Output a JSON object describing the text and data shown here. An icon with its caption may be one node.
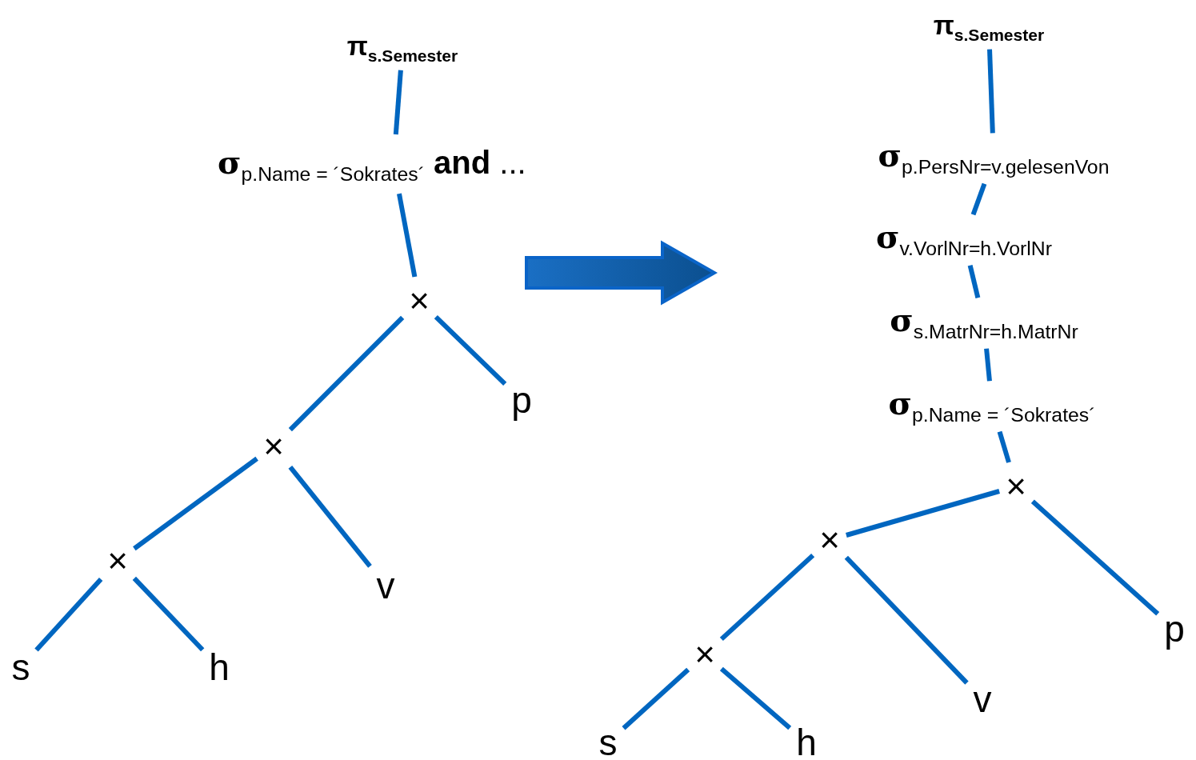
{
  "diagram": {
    "nodes": [
      {
        "text": [
          "π$_{s.Semester}$"
        ]
      },
      {
        "text": [
          "**σ**$_{p.Name = ´Sokrates´}$ **and** ..."
        ]
      },
      {
        "text": [
          "×"
        ]
      },
      {
        "text": [
          "×"
        ]
      },
      {
        "text": [
          "p"
        ]
      },
      {
        "text": [
          "×"
        ]
      },
      {
        "text": [
          "v"
        ]
      },
      {
        "text": [
          "s"
        ]
      },
      {
        "text": [
          "h"
        ]
      },
      {
        "text": [
          "π$_{s.Semester}$"
        ]
      },
      {
        "text": [
          "**σ**$_{p.PersNr=v.gelesenVon}$"
        ]
      },
      {
        "text": [
          "**σ**$_{v.VorlNr=h.VorlNr}$"
        ]
      },
      {
        "text": [
          "**σ**$_{s.MatrNr=h.MatrNr}$"
        ]
      },
      {
        "text": [
          "**σ**$_{p.Name = ´Sokrates´}$"
        ]
      },
      {
        "text": [
          "×"
        ]
      },
      {
        "text": [
          "×"
        ]
      },
      {
        "text": [
          "p"
        ]
      },
      {
        "text": [
          "×"
        ]
      },
      {
        "text": [
          "v"
        ]
      },
      {
        "text": [
          "s"
        ]
      },
      {
        "text": [
          "h"
        ]
      }
    ],
    "edges": [
      {
        "from": 0,
        "to": 1,
        "arrow": "none"
      },
      {
        "from": 1,
        "to": 2,
        "arrow": "none"
      },
      {
        "from": 2,
        "to": 3,
        "arrow": "none"
      },
      {
        "from": 2,
        "to": 4,
        "arrow": "none"
      },
      {
        "from": 3,
        "to": 5,
        "arrow": "none"
      },
      {
        "from": 3,
        "to": 6,
        "arrow": "none"
      },
      {
        "from": 5,
        "to": 7,
        "arrow": "none"
      },
      {
        "from": 5,
        "to": 8,
        "arrow": "none"
      },
      {
        "from": 9,
        "to": 10,
        "arrow": "none"
      },
      {
        "from": 10,
        "to": 11,
        "arrow": "none"
      },
      {
        "from": 11,
        "to": 12,
        "arrow": "none"
      },
      {
        "from": 12,
        "to": 13,
        "arrow": "none"
      },
      {
        "from": 13,
        "to": 14,
        "arrow": "none"
      },
      {
        "from": 14,
        "to": 15,
        "arrow": "none"
      },
      {
        "from": 14,
        "to": 16,
        "arrow": "none"
      },
      {
        "from": 15,
        "to": 17,
        "arrow": "none"
      },
      {
        "from": 15,
        "to": 18,
        "arrow": "none"
      },
      {
        "from": 17,
        "to": 19,
        "arrow": "none"
      },
      {
        "from": 17,
        "to": 20,
        "arrow": "none"
      }
    ]
  }
}
